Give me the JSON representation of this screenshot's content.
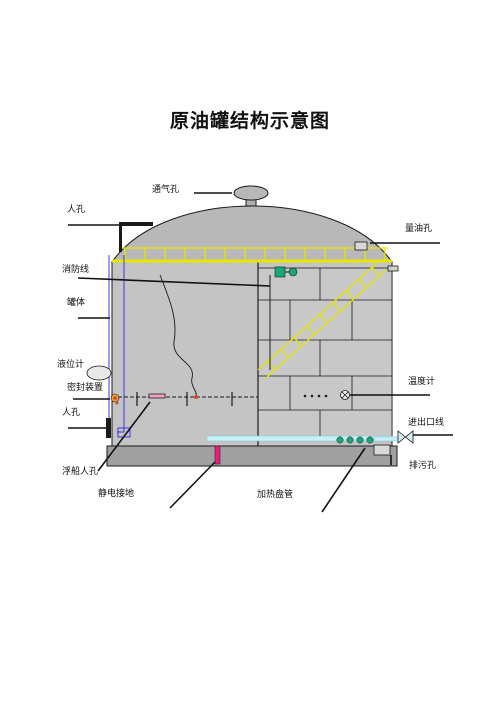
{
  "title": "原油罐结构示意图",
  "labels": {
    "vent_hole": "通气孔",
    "manhole_top": "人孔",
    "gauge_hole": "量油孔",
    "fire_line": "消防线",
    "tank_body": "罐体",
    "level_gauge": "液位计",
    "seal_device": "密封装置",
    "manhole_side": "人孔",
    "thermometer": "温度计",
    "inlet_outlet_line": "进出口线",
    "floating_manhole": "浮船人孔",
    "drain_hole": "排污孔",
    "static_ground": "静电接地",
    "heating_coil": "加热盘管"
  },
  "colors": {
    "tank_fill": "#c4c4c4",
    "roof_fill": "#b8b8b8",
    "base_fill": "#a0a0a0",
    "outline": "#1a1a1a",
    "ladder": "#f0f000",
    "coil": "#c8f0f8",
    "valve_green": "#18a878",
    "fire_line": "#3838e0",
    "ground_rod": "#e8207a",
    "seal_red": "#e04030"
  }
}
